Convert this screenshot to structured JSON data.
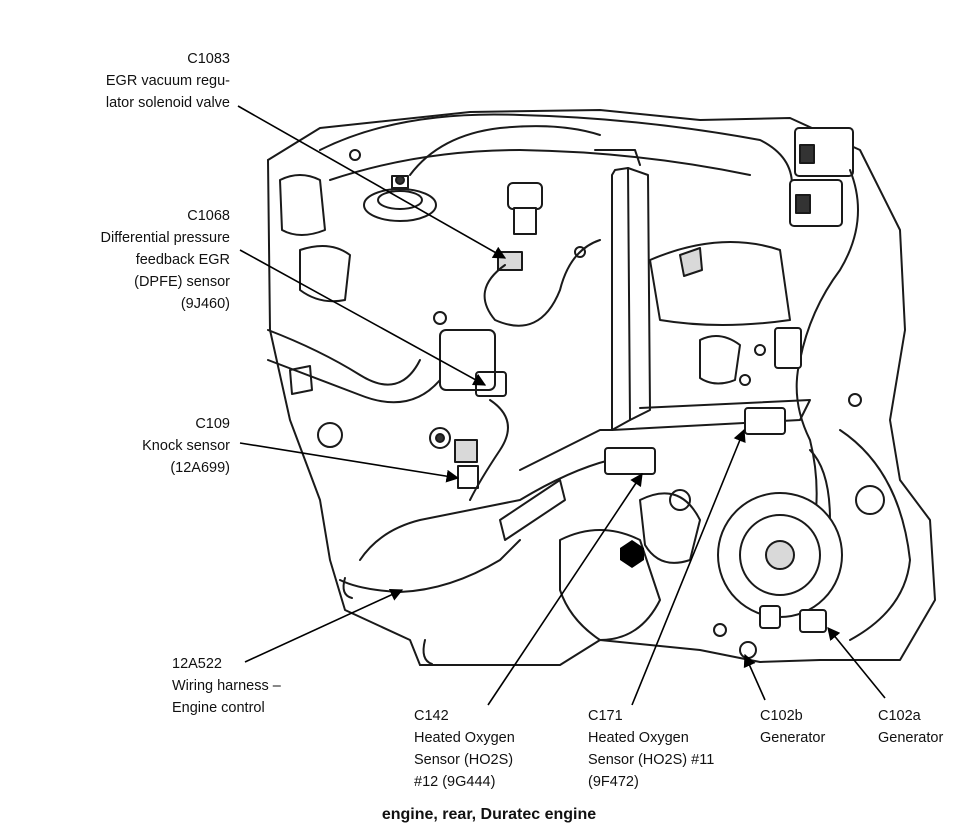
{
  "labels": {
    "c1083": {
      "lines": [
        "C1083",
        "EGR vacuum regu-",
        "lator solenoid valve"
      ]
    },
    "c1068": {
      "lines": [
        "C1068",
        "Differential pressure",
        "feedback EGR",
        "(DPFE) sensor",
        "(9J460)"
      ]
    },
    "c109": {
      "lines": [
        "C109",
        "Knock sensor",
        "(12A699)"
      ]
    },
    "harness": {
      "lines": [
        "12A522",
        "Wiring harness –",
        "Engine control"
      ]
    },
    "c142": {
      "lines": [
        "C142",
        "Heated Oxygen",
        "Sensor (HO2S)",
        "#12 (9G444)"
      ]
    },
    "c171": {
      "lines": [
        "C171",
        "Heated Oxygen",
        "Sensor (HO2S) #11",
        "(9F472)"
      ]
    },
    "c102b": {
      "lines": [
        "C102b",
        "Generator"
      ]
    },
    "c102a": {
      "lines": [
        "C102a",
        "Generator"
      ]
    }
  },
  "caption": "engine, rear, Duratec engine"
}
